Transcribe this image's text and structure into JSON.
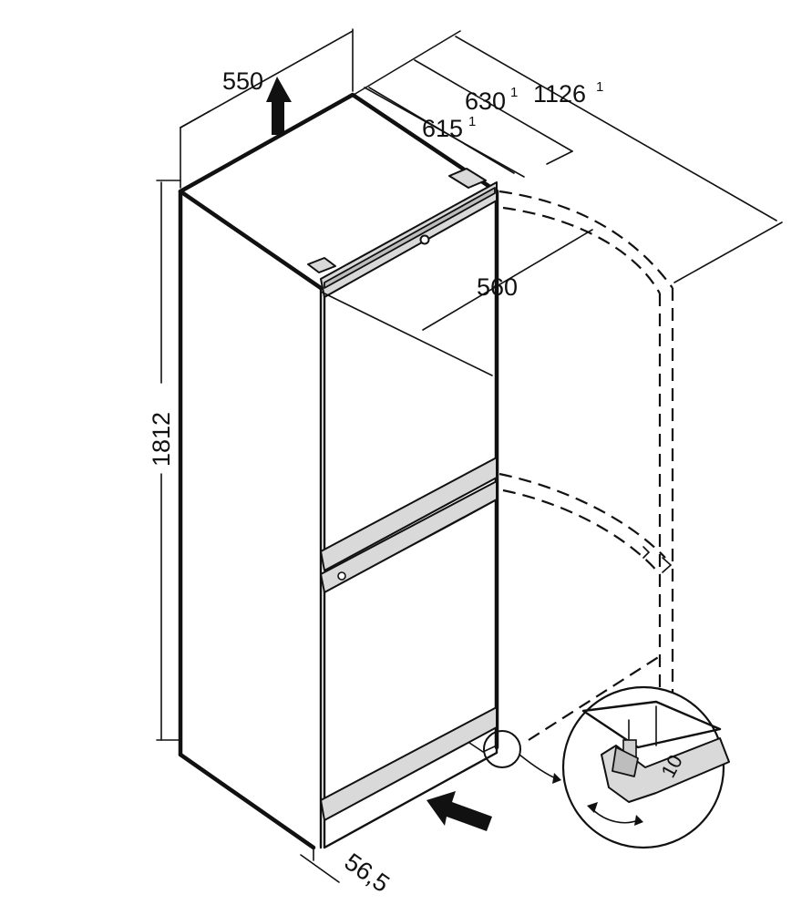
{
  "dimensions": {
    "width": "550",
    "depth_630": "630",
    "depth_630_note": "1",
    "depth_615": "615",
    "depth_615_note": "1",
    "depth_open": "1126",
    "depth_open_note": "1",
    "door_clearance": "560",
    "height": "1812",
    "bottom_offset": "56,5"
  },
  "detail": {
    "wrench_size": "10"
  }
}
